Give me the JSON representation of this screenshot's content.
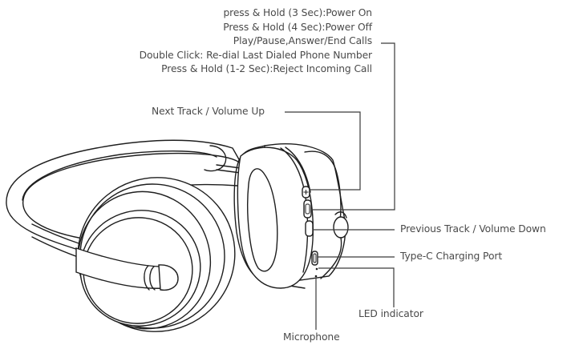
{
  "figure": {
    "subject": "wireless over-ear headphones control diagram",
    "multifunction_button": {
      "lines": [
        "press & Hold (3 Sec):Power On",
        "Press & Hold (4 Sec):Power Off",
        "Play/Pause,Answer/End Calls",
        "Double Click: Re-dial Last Dialed Phone Number",
        "Press & Hold (1-2 Sec):Reject Incoming Call"
      ]
    },
    "callouts": {
      "next_track": "Next Track / Volume Up",
      "previous_track": "Previous Track / Volume Down",
      "charging_port": "Type-C Charging Port",
      "led": "LED indicator",
      "microphone": "Microphone"
    },
    "colors": {
      "text": "#4a4a4a",
      "line": "#1e1e1e",
      "background": "#ffffff"
    }
  }
}
